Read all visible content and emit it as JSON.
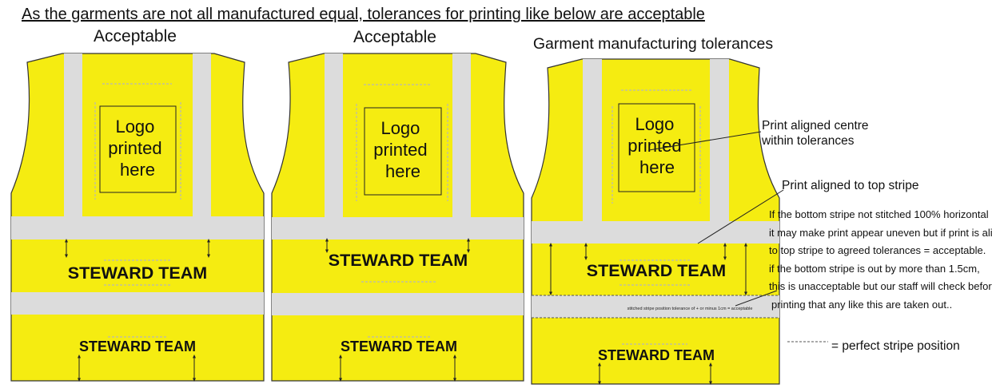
{
  "header": {
    "title": "As the garments are not all manufactured equal, tolerances for printing like below are acceptable"
  },
  "panels": [
    {
      "caption": "Acceptable",
      "logo_lines": [
        "Logo",
        "printed",
        "here"
      ],
      "team_label": "STEWARD TEAM",
      "team_label_lower": "STEWARD TEAM"
    },
    {
      "caption": "Acceptable",
      "logo_lines": [
        "Logo",
        "printed",
        "here"
      ],
      "team_label": "STEWARD TEAM",
      "team_label_lower": "STEWARD TEAM"
    },
    {
      "caption": "Garment manufacturing tolerances",
      "logo_lines": [
        "Logo",
        "printed",
        "here"
      ],
      "team_label": "STEWARD TEAM",
      "team_label_lower": "STEWARD TEAM"
    }
  ],
  "annotations": {
    "centre_lines": [
      "Print aligned centre",
      "within tolerances"
    ],
    "top_stripe": "Print aligned to top stripe",
    "explanation_lines": [
      "If the bottom stripe not stitched 100% horizontal",
      "it may make print appear uneven but if print is aligned",
      "to top stripe to agreed tolerances = acceptable.",
      "if the bottom stripe is out by more than 1.5cm,",
      "this is unacceptable but our staff will check before",
      "printing that any like this are taken out.."
    ],
    "stitch_tolerance": "stitched stripe position tolerance of + or minus 1cm = acceptable"
  },
  "legend": {
    "perfect_stripe": "= perfect stripe position"
  },
  "colors": {
    "vest_yellow": "#f5ec11",
    "reflective_grey": "#dcdcdc",
    "outline": "#333333"
  }
}
